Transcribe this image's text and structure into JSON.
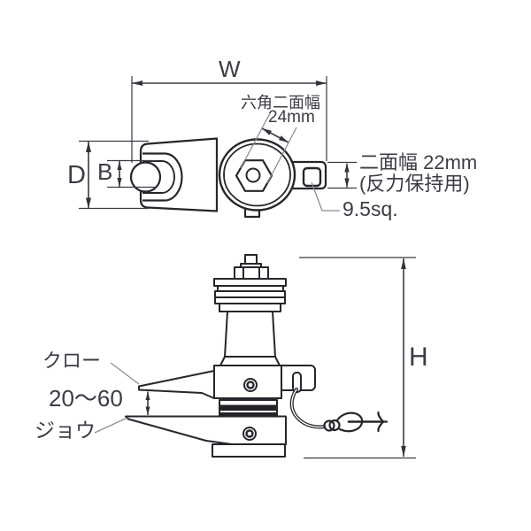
{
  "top_view": {
    "width_label": "W",
    "height_label": "D",
    "ball_label": "B",
    "hex_width_line1": "六角二面幅",
    "hex_width_line2": "24mm",
    "flat_width_line1": "二面幅 22mm",
    "flat_width_line2": "(反力保持用)",
    "drive_label": "9.5sq."
  },
  "front_view": {
    "claw_label": "クロー",
    "opening_label": "20〜60",
    "jaw_label": "ジョウ",
    "height_label": "H"
  },
  "colors": {
    "background": "#ffffff",
    "outline": "#26262c",
    "dimension": "#3a3a44",
    "leader": "#8a8a92",
    "text": "#3c3c46"
  }
}
